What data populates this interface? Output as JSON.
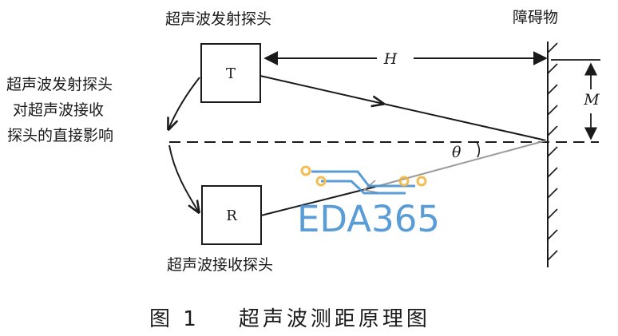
{
  "diagram": {
    "labels": {
      "transmitter_title": "超声波发射探头",
      "obstacle": "障碍物",
      "direct_influence_line1": "超声波发射探头",
      "direct_influence_line2": "对超声波接收",
      "direct_influence_line3": "探头的直接影响",
      "receiver_title": "超声波接收探头",
      "t_box": "T",
      "r_box": "R",
      "h_label": "H",
      "m_label": "M",
      "theta_label": "θ"
    },
    "caption": "图 1    超声波测距原理图",
    "watermark": {
      "text": "EDA365",
      "color": "#3d8bd0",
      "accent": "#f2b233"
    }
  }
}
